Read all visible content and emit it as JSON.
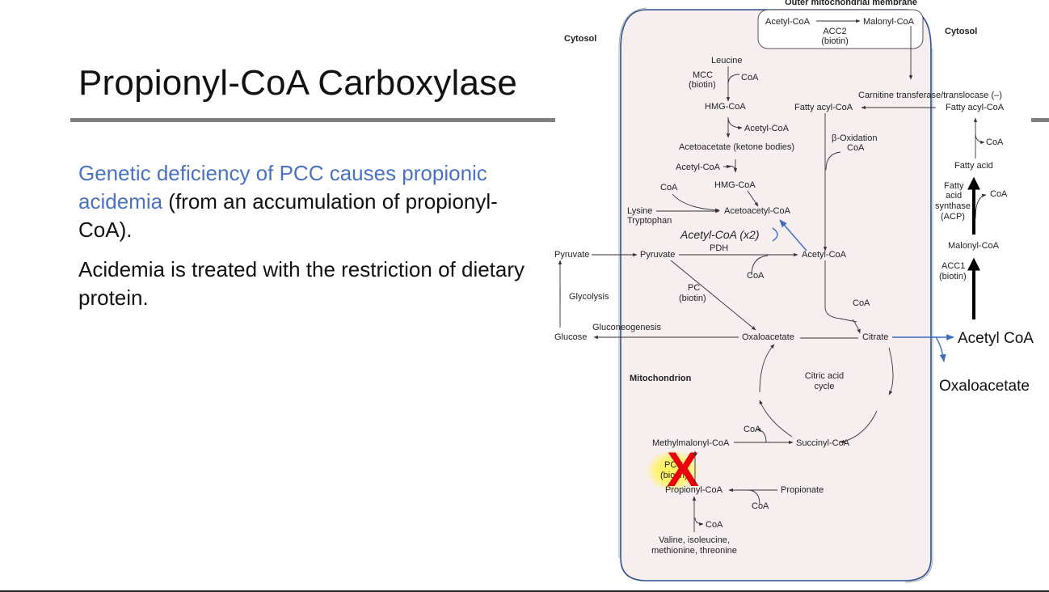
{
  "slide": {
    "title": "Propionyl-CoA Carboxylase",
    "para1_blue": "Genetic deficiency of PCC causes propionic acidemia",
    "para1_rest": " (from an accumulation of propionyl-CoA).",
    "para2": "Acidemia is treated with the restriction of dietary protein."
  },
  "diagram": {
    "membrane_label": "Outer mitochondrial membrane",
    "cytosol_left": "Cytosol",
    "cytosol_right": "Cytosol",
    "mitochondrion": "Mitochondrion",
    "acc2_acetyl": "Acetyl-CoA",
    "acc2_malonyl": "Malonyl-CoA",
    "acc2_enzyme": "ACC2",
    "acc2_biotin": "(biotin)",
    "leucine": "Leucine",
    "mcc": "MCC",
    "mcc_biotin": "(biotin)",
    "mcc_coa": "CoA",
    "hmg1": "HMG-CoA",
    "acetyl1": "Acetyl-CoA",
    "acetoacetate": "Acetoacetate (ketone bodies)",
    "acetyl2": "Acetyl-CoA",
    "coa_left": "CoA",
    "hmg2": "HMG-CoA",
    "lysine": "Lysine",
    "tryptophan": "Tryptophan",
    "acetoacetyl": "Acetoacetyl-CoA",
    "annot_acetyl_x2": "Acetyl-CoA (x2)",
    "carnitine": "Carnitine transferase/translocase (–)",
    "fatty_acyl_mito": "Fatty acyl-CoA",
    "fatty_acyl_cyto": "Fatty acyl-CoA",
    "beta_ox": "β-Oxidation",
    "beta_coa": "CoA",
    "coa_fa": "CoA",
    "fatty_acid": "Fatty acid",
    "fas1": "Fatty",
    "fas2": "acid",
    "fas3": "synthase",
    "fas4": "(ACP)",
    "fas_coa": "CoA",
    "malonyl_cyto": "Malonyl-CoA",
    "acc1": "ACC1",
    "acc1_biotin": "(biotin)",
    "pyruvate_cyto": "Pyruvate",
    "pyruvate_mito": "Pyruvate",
    "pdh": "PDH",
    "acetyl_main": "Acetyl-CoA",
    "pdh_coa": "CoA",
    "glycolysis": "Glycolysis",
    "pc": "PC",
    "pc_biotin": "(biotin)",
    "coa_citrate": "CoA",
    "gluconeogenesis": "Gluconeogenesis",
    "glucose": "Glucose",
    "oxaloacetate": "Oxaloacetate",
    "citrate": "Citrate",
    "annot_acetyl_coa": "Acetyl CoA",
    "annot_oxaloacetate": "Oxaloacetate",
    "tca1": "Citric acid",
    "tca2": "cycle",
    "coa_succ": "CoA",
    "methylmalonyl": "Methylmalonyl-CoA",
    "succinyl": "Succinyl-CoA",
    "pcc": "PCC",
    "pcc_biotin": "(biotin)",
    "x_mark": "X",
    "propionyl": "Propionyl-CoA",
    "propionate": "Propionate",
    "coa_prop": "CoA",
    "coa_valine": "CoA",
    "valine1": "Valine, isoleucine,",
    "valine2": "methionine, threonine"
  },
  "colors": {
    "membrane": "#2f4f8f",
    "mito_fill": "#f7efef",
    "annotation_blue": "#3d6cc1",
    "x_red": "#e8000b",
    "highlight_yellow": "#fff35a",
    "rule_gray": "#808080"
  }
}
